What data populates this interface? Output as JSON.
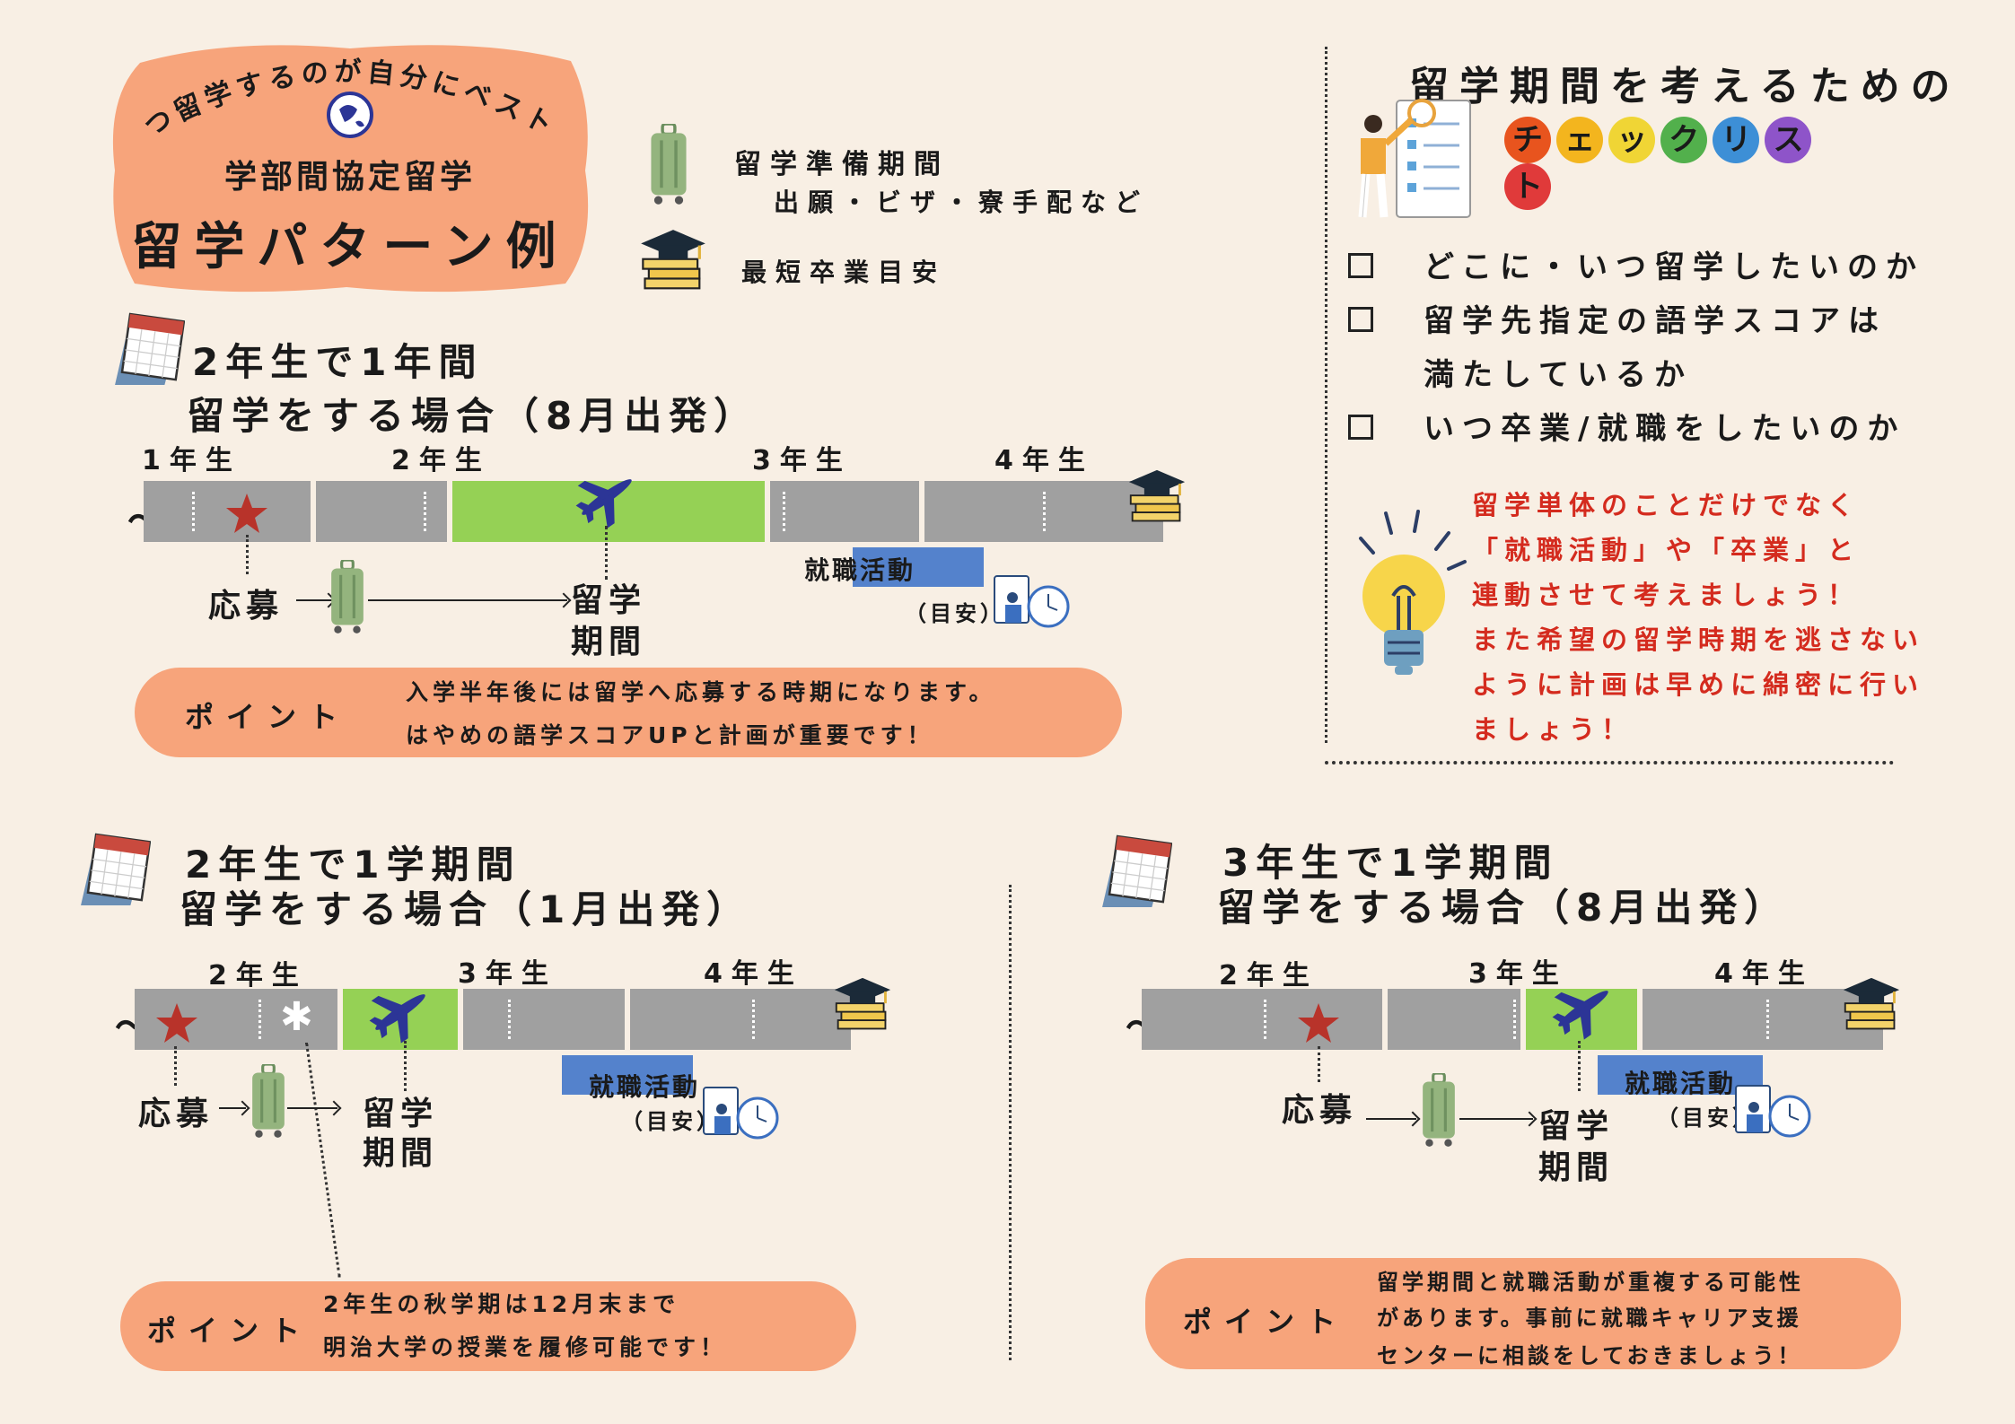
{
  "header": {
    "arc": "いつ留学するのが自分にベスト？",
    "subtitle": "学部間協定留学",
    "title": "留学パターン例"
  },
  "legend": {
    "prep_label": "留学準備期間",
    "prep_sub": "出願・ビザ・寮手配など",
    "grad_label": "最短卒業目安"
  },
  "checklist": {
    "title_line1": "留学期間を考えるための",
    "title_chars": [
      "チ",
      "ェ",
      "ッ",
      "ク",
      "リ",
      "ス",
      "ト"
    ],
    "title_colors": [
      "#e8541e",
      "#f3b51e",
      "#f0d535",
      "#52b04c",
      "#3d8fd6",
      "#8e54c9",
      "#e03a3a"
    ],
    "items": [
      "どこに・いつ留学したいのか",
      "留学先指定の語学スコアは",
      "満たしているか",
      "いつ卒業/就職をしたいのか"
    ],
    "advice": [
      "留学単体のことだけでなく",
      "「就職活動」や「卒業」と",
      "連動させて考えましょう！",
      "また希望の留学時期を逃さない",
      "ように計画は早めに綿密に行い",
      "ましょう！"
    ]
  },
  "pattern1": {
    "title1": "2年生で1年間",
    "title2": "留学をする場合（8月出発）",
    "years": [
      "1年生",
      "2年生",
      "3年生",
      "4年生"
    ],
    "apply": "応募",
    "period": [
      "留学",
      "期間"
    ],
    "job": "就職活動",
    "job_sub": "（目安）",
    "point_label": "ポイント",
    "point_text": [
      "入学半年後には留学へ応募する時期になります。",
      "はやめの語学スコアUPと計画が重要です！"
    ]
  },
  "pattern2": {
    "title1": "2年生で1学期間",
    "title2": "留学をする場合（1月出発）",
    "years": [
      "2年生",
      "3年生",
      "4年生"
    ],
    "apply": "応募",
    "period": [
      "留学",
      "期間"
    ],
    "job": "就職活動",
    "job_sub": "（目安）",
    "point_label": "ポイント",
    "point_text": [
      "2年生の秋学期は12月末まで",
      "明治大学の授業を履修可能です！"
    ]
  },
  "pattern3": {
    "title1": "3年生で1学期間",
    "title2": "留学をする場合（8月出発）",
    "years": [
      "2年生",
      "3年生",
      "4年生"
    ],
    "apply": "応募",
    "period": [
      "留学",
      "期間"
    ],
    "job": "就職活動",
    "job_sub": "（目安）",
    "point_label": "ポイント",
    "point_text": [
      "留学期間と就職活動が重複する可能性",
      "があります。事前に就職キャリア支援",
      "センターに相談をしておきましょう！"
    ]
  },
  "colors": {
    "background": "#f8efe4",
    "salmon": "#f7a47b",
    "green": "#95d155",
    "gray": "#a0a0a0",
    "blue": "#5482cc",
    "red": "#d42b1e",
    "navy": "#2c3596"
  },
  "icons": [
    "calendar-icon",
    "suitcase-icon",
    "graduation-cap-icon",
    "airplane-icon",
    "star-icon",
    "snowflake-icon",
    "lightbulb-icon",
    "clock-icon",
    "globe-logo-icon",
    "checklist-person-illustration"
  ]
}
